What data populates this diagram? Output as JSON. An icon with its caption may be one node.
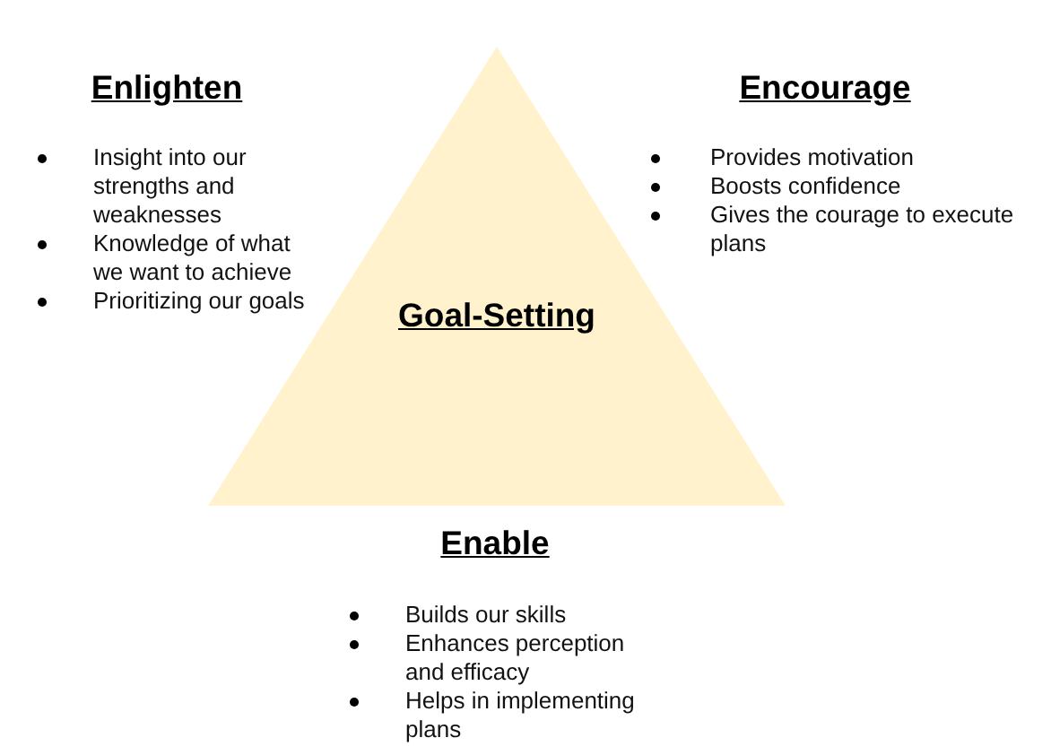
{
  "diagram": {
    "nodes": [
      {
        "text": [
          "Goal-Setting"
        ]
      }
    ],
    "labels": [
      "Enlighten",
      "Insight into our strengths and weaknesses",
      "Knowledge of what we want to achieve",
      "Prioritizing our goals",
      "Encourage",
      "Provides motivation",
      "Boosts confidence",
      "Gives the courage to execute plans",
      "Enable",
      "Builds our skills",
      "Enhances perception and efficacy",
      "Helps in implementing plans"
    ]
  }
}
